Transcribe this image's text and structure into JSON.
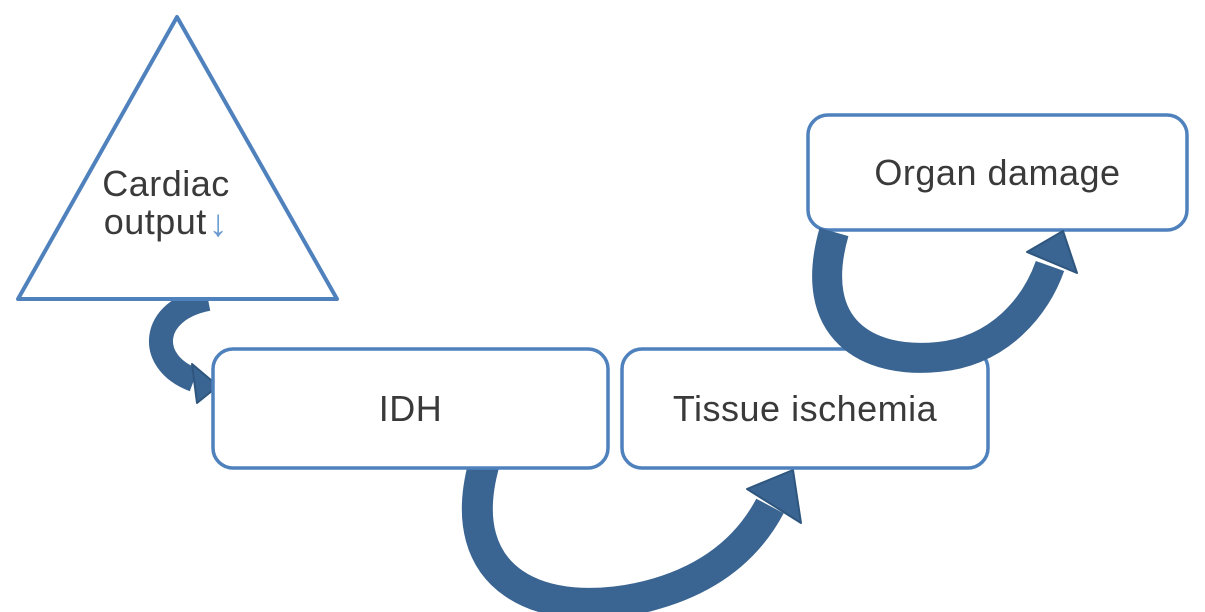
{
  "diagram": {
    "figure_type": "flow-diagram",
    "nodes": [
      {
        "id": "cardiac-output",
        "shape": "triangle",
        "line1": "Cardiac",
        "line2": "output",
        "down_arrow": "↓"
      },
      {
        "id": "idh",
        "shape": "rounded-rectangle",
        "label": "IDH"
      },
      {
        "id": "tissue-ischemia",
        "shape": "rounded-rectangle",
        "label": "Tissue ischemia"
      },
      {
        "id": "organ-damage",
        "shape": "rounded-rectangle",
        "label": "Organ damage"
      }
    ],
    "edges": [
      {
        "from": "cardiac-output",
        "to": "idh",
        "style": "thick-curved-arrow"
      },
      {
        "from": "idh",
        "to": "tissue-ischemia",
        "style": "thick-curved-arrow"
      },
      {
        "from": "tissue-ischemia",
        "to": "organ-damage",
        "style": "thick-curved-arrow"
      }
    ],
    "colors": {
      "shape_border": "#4f81bd",
      "arrow_fill": "#3a6491",
      "arrow_edge": "#2f567e",
      "text": "#3a3a3a",
      "down_arrow": "#6b9ad1",
      "background": "#ffffff"
    }
  }
}
